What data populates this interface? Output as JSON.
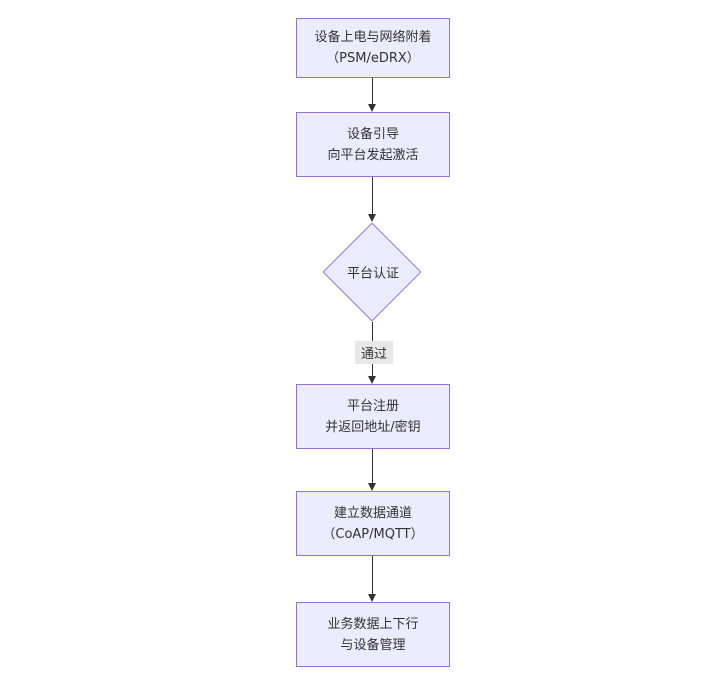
{
  "diagram": {
    "type": "flowchart-top-down",
    "nodes": [
      {
        "id": "A",
        "shape": "rect",
        "label": "设备上电与网络附着\n（PSM/eDRX）"
      },
      {
        "id": "B",
        "shape": "rect",
        "label": "设备引导\n向平台发起激活"
      },
      {
        "id": "C",
        "shape": "diamond",
        "label": "平台认证"
      },
      {
        "id": "D",
        "shape": "rect",
        "label": "平台注册\n并返回地址/密钥"
      },
      {
        "id": "E",
        "shape": "rect",
        "label": "建立数据通道\n（CoAP/MQTT）"
      },
      {
        "id": "F",
        "shape": "rect",
        "label": "业务数据上下行\n与设备管理"
      }
    ],
    "edges": [
      {
        "from": "A",
        "to": "B",
        "label": ""
      },
      {
        "from": "B",
        "to": "C",
        "label": ""
      },
      {
        "from": "C",
        "to": "D",
        "label": "通过"
      },
      {
        "from": "D",
        "to": "E",
        "label": ""
      },
      {
        "from": "E",
        "to": "F",
        "label": ""
      }
    ],
    "colors": {
      "node_fill": "#ECECFF",
      "node_border": "#9370DB",
      "text": "#333333",
      "arrow": "#333333",
      "edge_label_bg": "#e8e8e8",
      "background": "#ffffff"
    }
  }
}
